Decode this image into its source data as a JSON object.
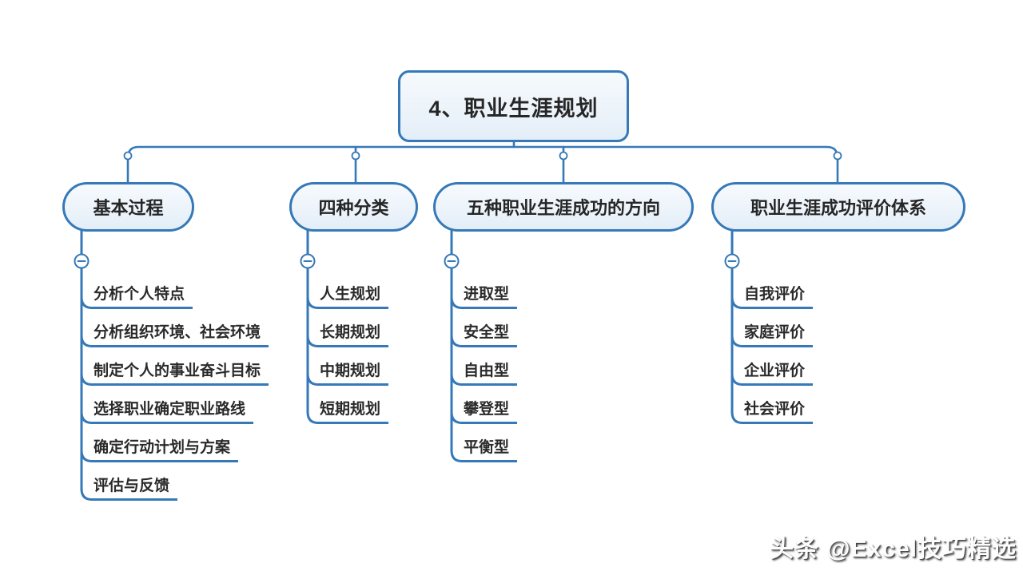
{
  "title": "4、职业生涯规划",
  "root": {
    "label": "4、职业生涯规划"
  },
  "branches": [
    {
      "label": "基本过程",
      "children": [
        "分析个人特点",
        "分析组织环境、社会环境",
        "制定个人的事业奋斗目标",
        "选择职业确定职业路线",
        "确定行动计划与方案",
        "评估与反馈"
      ]
    },
    {
      "label": "四种分类",
      "children": [
        "人生规划",
        "长期规划",
        "中期规划",
        "短期规划"
      ]
    },
    {
      "label": "五种职业生涯成功的方向",
      "children": [
        "进取型",
        "安全型",
        "自由型",
        "攀登型",
        "平衡型"
      ]
    },
    {
      "label": "职业生涯成功评价体系",
      "children": [
        "自我评价",
        "家庭评价",
        "企业评价",
        "社会评价"
      ]
    }
  ],
  "icons": {
    "collapse": "minus-circle-icon",
    "junction": "circle-junction-icon"
  },
  "colors": {
    "line": "#3579b8",
    "node_border": "#3579b8",
    "node_fill_top": "#f6fafd",
    "node_fill_bottom": "#e4eef8",
    "text": "#262626",
    "watermark_text": "#fdfdfd"
  },
  "watermark": "头条 @Excel技巧精选"
}
